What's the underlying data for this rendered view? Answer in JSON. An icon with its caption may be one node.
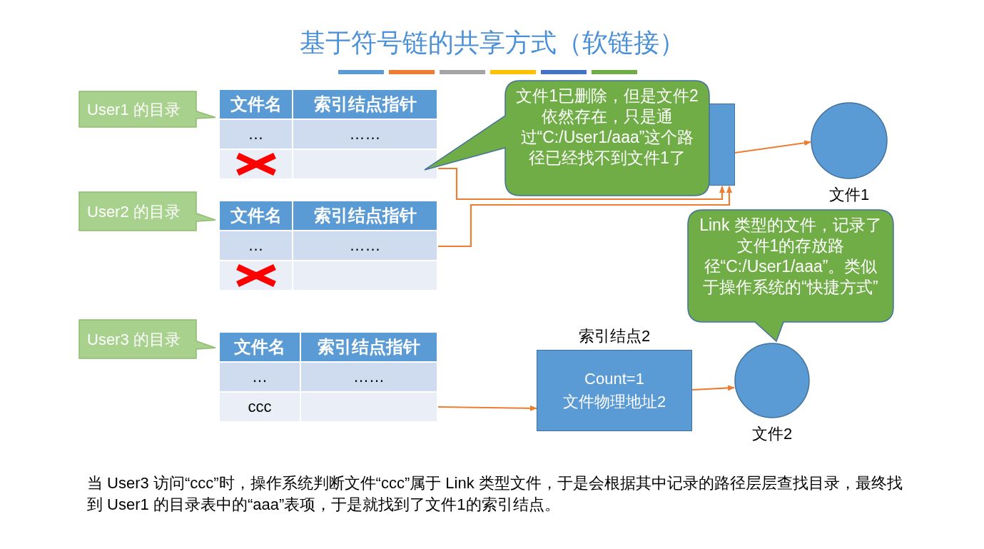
{
  "diagram": {
    "title": "基于符号链的共享方式（软链接）",
    "caption": "当 User3 访问“ccc”时，操作系统判断文件“ccc”属于 Link 类型文件，于是会根据其中记录的路径层层查找目录，最终找到 User1 的目录表中的“aaa”表项，于是就找到了文件1的索引结点。",
    "nodes": [
      {
        "text": [
          "User1 的目录"
        ]
      },
      {
        "text": [],
        "shape": "box"
      },
      {
        "text": [
          "User2 的目录"
        ]
      },
      {
        "text": [],
        "shape": "box"
      },
      {
        "text": [
          "User3 的目录"
        ]
      },
      {
        "text": [],
        "shape": "box"
      },
      {
        "text": [],
        "shape": "box"
      },
      {
        "text": [],
        "shape": "circle",
        "beside": [
          "文件1"
        ]
      },
      {
        "text": [
          "Count=1",
          "文件物理地址2"
        ],
        "beside": [
          "索引结点2"
        ]
      },
      {
        "text": [],
        "shape": "circle",
        "beside": [
          "文件2"
        ]
      },
      {
        "text": [
          "文件1已删除，但是文件2依然存在，只是通过“C:/User1/aaa”这个路径已经找不到文件1了"
        ]
      },
      {
        "text": [
          "Link 类型的文件，记录了文件1的存放路径“C:/User1/aaa”。类似于操作系统的“快捷方式”"
        ]
      }
    ],
    "edges": [
      {
        "from": 1,
        "to": 6,
        "arrow": "to"
      },
      {
        "from": 3,
        "to": 6,
        "arrow": "to"
      },
      {
        "from": 6,
        "to": 7,
        "arrow": "to"
      },
      {
        "from": 5,
        "to": 8,
        "arrow": "to"
      },
      {
        "from": 8,
        "to": 9,
        "arrow": "to"
      }
    ],
    "labels": [
      "文件名",
      "索引结点指针",
      "…",
      "……",
      "文件名",
      "索引结点指针",
      "…",
      "……",
      "文件名",
      "索引结点指针",
      "…",
      "……",
      "ccc"
    ]
  }
}
